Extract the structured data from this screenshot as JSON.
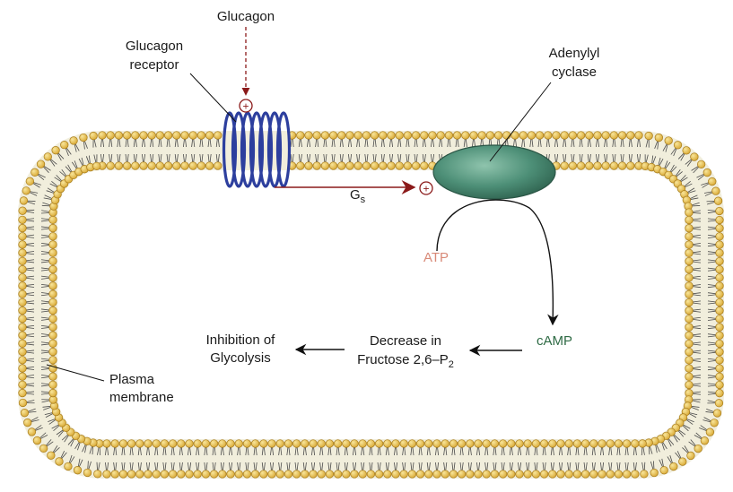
{
  "labels": {
    "glucagon": "Glucagon",
    "receptor_line1": "Glucagon",
    "receptor_line2": "receptor",
    "adenylyl_line1": "Adenylyl",
    "adenylyl_line2": "cyclase",
    "gs_main": "G",
    "gs_sub": "s",
    "atp": "ATP",
    "camp": "cAMP",
    "decrease_line1": "Decrease in",
    "decrease_line2_main": "Fructose 2,6–P",
    "decrease_line2_sub": "2",
    "inhibition_line1": "Inhibition of",
    "inhibition_line2": "Glycolysis",
    "plasma_line1": "Plasma",
    "plasma_line2": "membrane",
    "plus_symbol": "+"
  },
  "colors": {
    "lipid_head": "#e2b94f",
    "lipid_head_edge": "#a87c1c",
    "lipid_tail": "#4a4a4a",
    "membrane_core": "#f1eedc",
    "receptor": "#2d3f9e",
    "enzyme": "#4d8f77",
    "activation_arrow": "#8b1a1a",
    "flow_arrow": "#111111",
    "atp_text": "#d98a78",
    "camp_text": "#2f6b45"
  }
}
